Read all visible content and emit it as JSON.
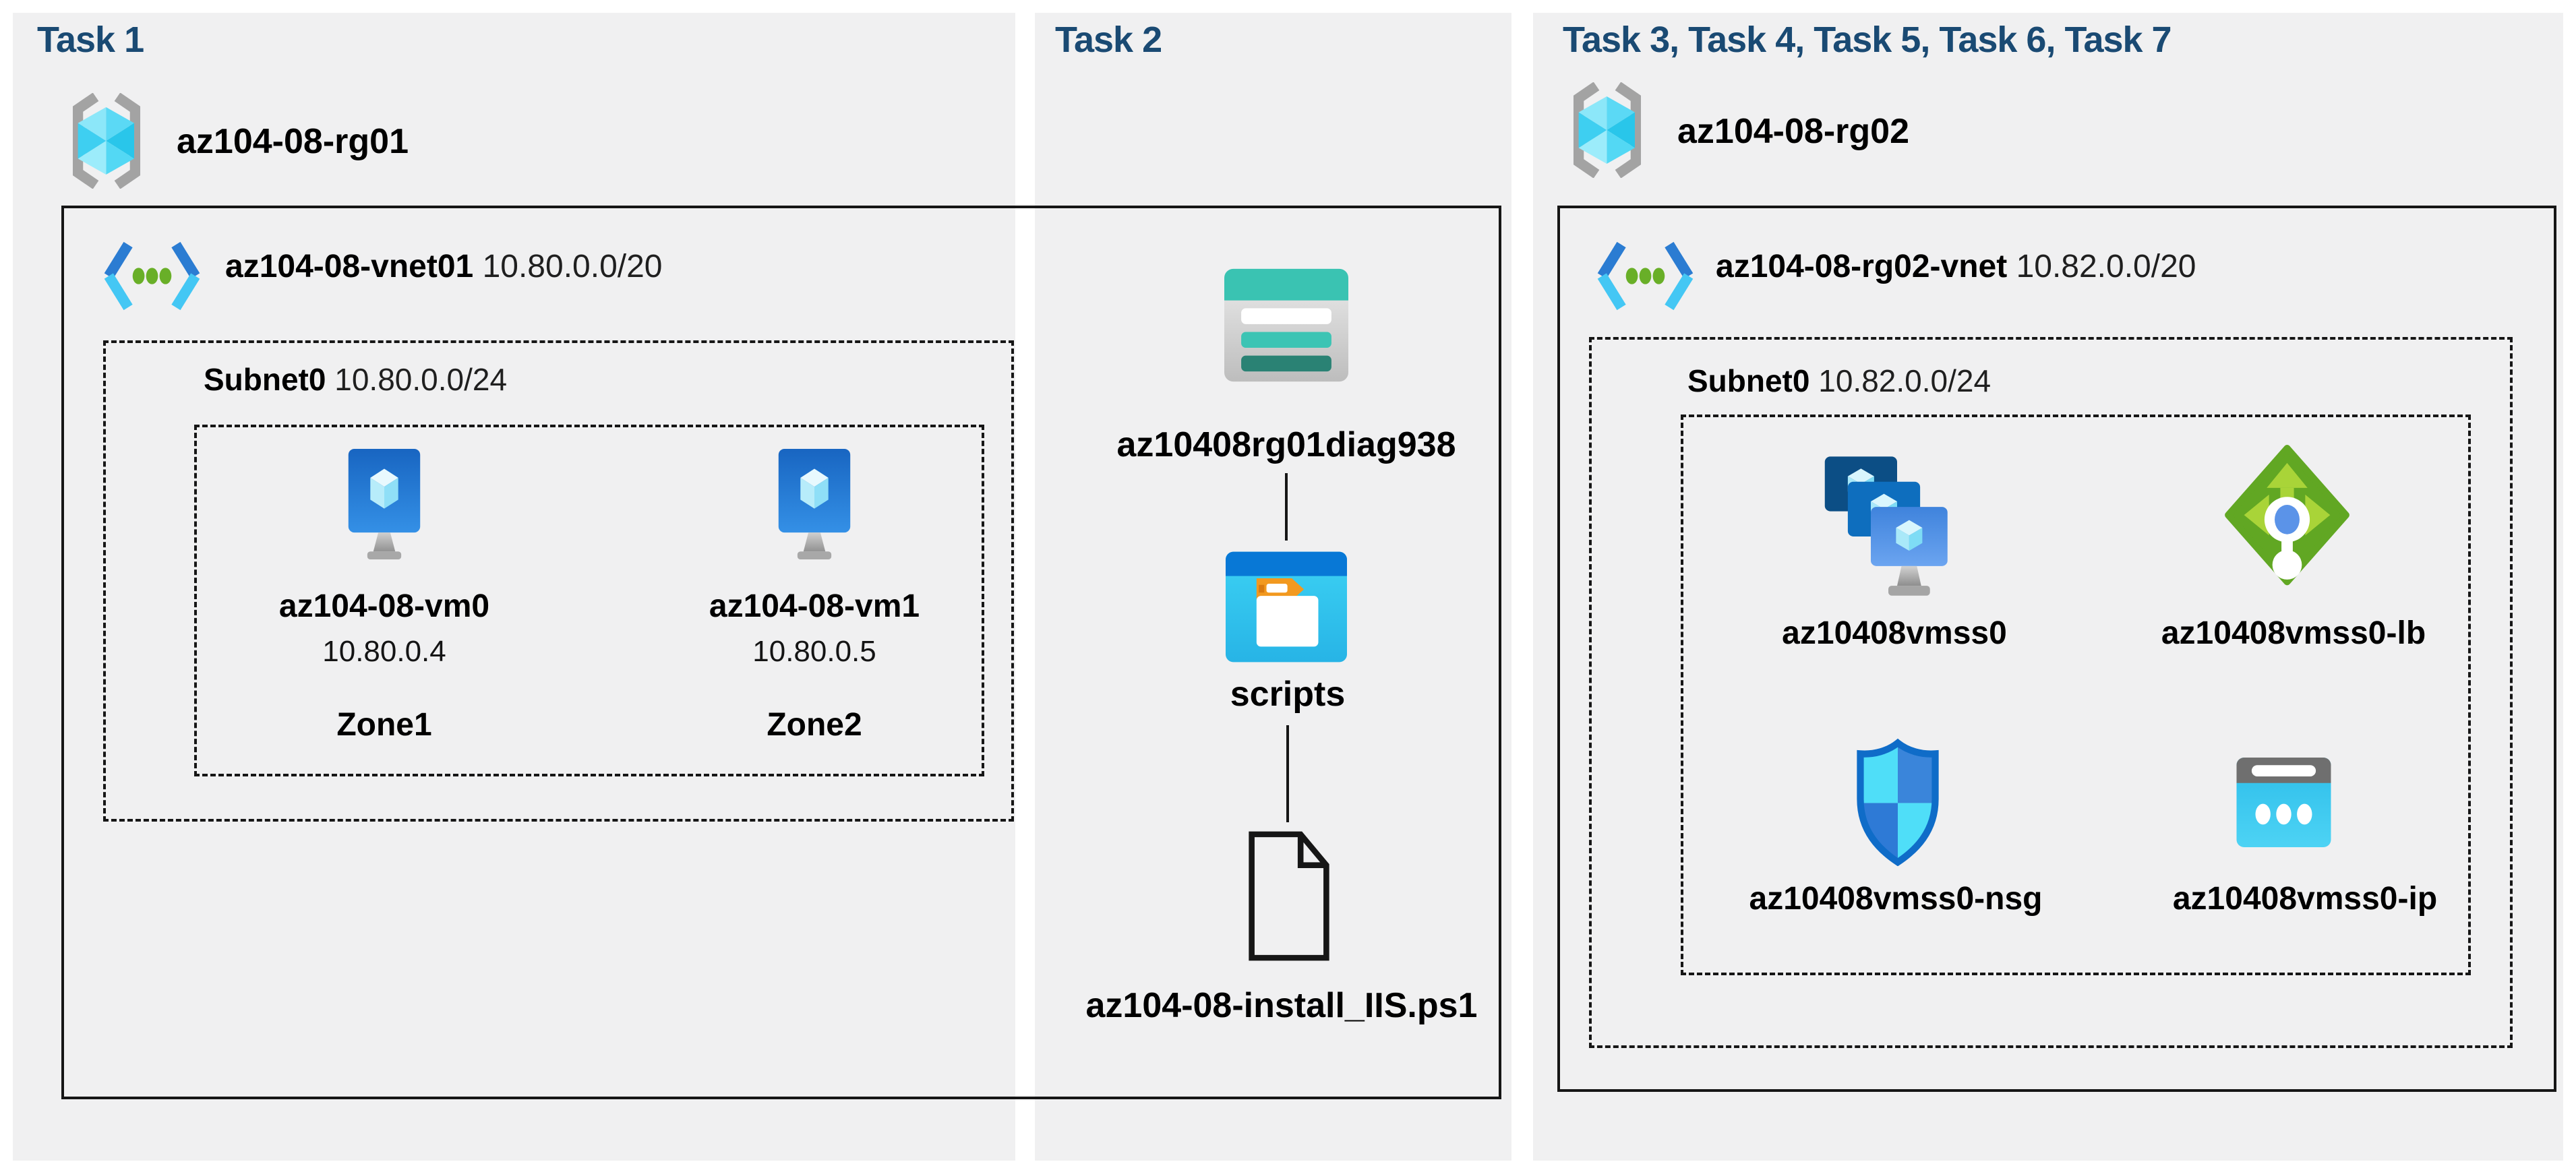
{
  "page": {
    "background": "#ffffff",
    "panel_color": "#f0f0f1",
    "header_color": "#1a4a73",
    "line_color": "#161616"
  },
  "task1": {
    "header": "Task 1",
    "resource_group": "az104-08-rg01",
    "vnet_name": "az104-08-vnet01",
    "vnet_cidr": "10.80.0.0/20",
    "subnet_name": "Subnet0",
    "subnet_cidr": "10.80.0.0/24",
    "vms": [
      {
        "name": "az104-08-vm0",
        "ip": "10.80.0.4",
        "zone": "Zone1"
      },
      {
        "name": "az104-08-vm1",
        "ip": "10.80.0.5",
        "zone": "Zone2"
      }
    ]
  },
  "task2": {
    "header": "Task 2",
    "storage_account": "az10408rg01diag938",
    "container": "scripts",
    "script_file": "az104-08-install_IIS.ps1"
  },
  "task3": {
    "header": "Task 3, Task 4, Task 5, Task 6, Task 7",
    "resource_group": "az104-08-rg02",
    "vnet_name": "az104-08-rg02-vnet",
    "vnet_cidr": "10.82.0.0/20",
    "subnet_name": "Subnet0",
    "subnet_cidr": "10.82.0.0/24",
    "vmss": "az10408vmss0",
    "load_balancer": "az10408vmss0-lb",
    "nsg": "az10408vmss0-nsg",
    "public_ip": "az10408vmss0-ip"
  },
  "icons": {
    "resource_group": "resource-group-icon",
    "virtual_network": "virtual-network-icon",
    "virtual_machine": "virtual-machine-icon",
    "storage_account": "storage-account-icon",
    "blob_container": "blob-container-icon",
    "script_file": "file-icon",
    "vm_scale_set": "vm-scale-set-icon",
    "load_balancer": "load-balancer-icon",
    "network_security_group": "nsg-shield-icon",
    "public_ip": "public-ip-icon"
  }
}
